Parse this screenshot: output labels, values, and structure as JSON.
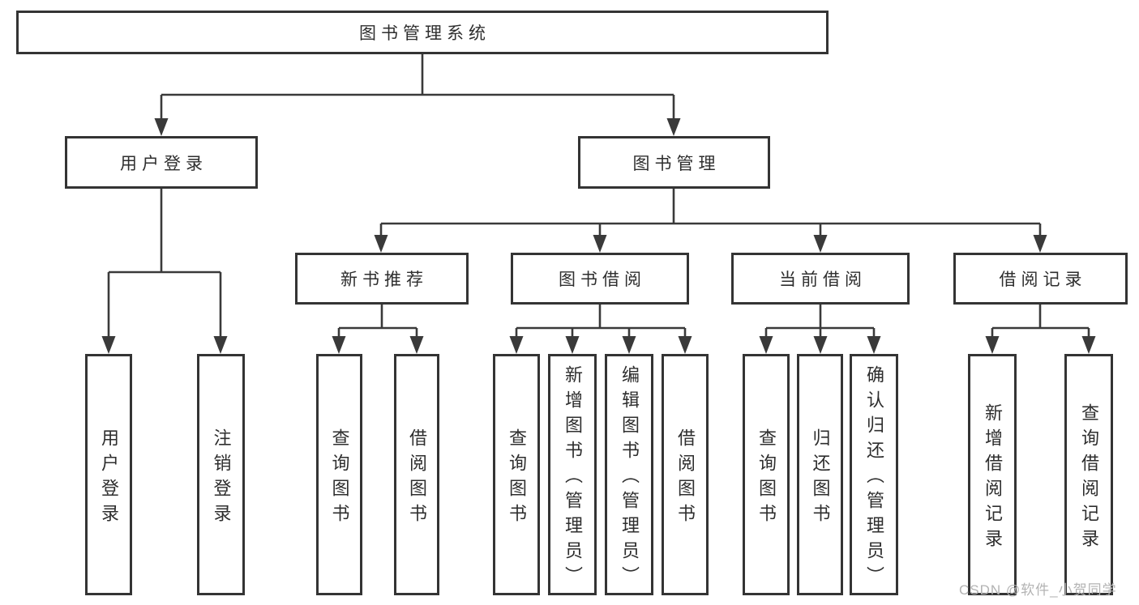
{
  "colors": {
    "line": "#3a3a3a",
    "box_border": "#343434",
    "text": "#2e2e2e",
    "watermark": "#b3b3b3",
    "background": "#ffffff"
  },
  "watermark": "CSDN @软件_小贺同学",
  "tree": {
    "root": "图书管理系统",
    "branches": [
      {
        "label": "用户登录",
        "children": [
          "用户登录",
          "注销登录"
        ]
      },
      {
        "label": "图书管理",
        "modules": [
          {
            "label": "新书推荐",
            "children": [
              "查询图书",
              "借阅图书"
            ]
          },
          {
            "label": "图书借阅",
            "children": [
              "查询图书",
              "新增图书（管理员）",
              "编辑图书（管理员）",
              "借阅图书"
            ]
          },
          {
            "label": "当前借阅",
            "children": [
              "查询图书",
              "归还图书",
              "确认归还（管理员）"
            ]
          },
          {
            "label": "借阅记录",
            "children": [
              "新增借阅记录",
              "查询借阅记录"
            ]
          }
        ]
      }
    ]
  }
}
